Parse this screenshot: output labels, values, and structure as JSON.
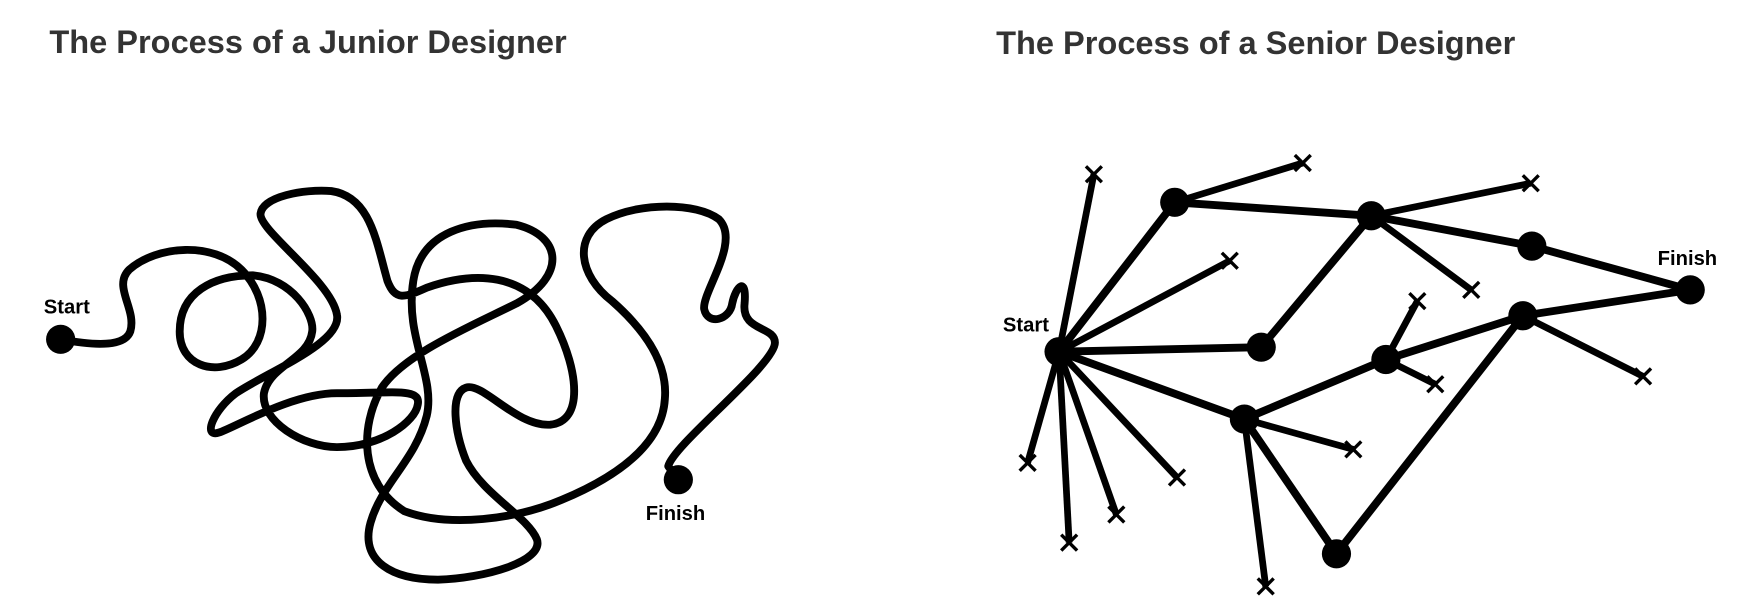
{
  "junior": {
    "title": "The Process of a Junior Designer",
    "start_label": "Start",
    "finish_label": "Finish"
  },
  "senior": {
    "title": "The Process of a Senior Designer",
    "start_label": "Start",
    "finish_label": "Finish"
  },
  "colors": {
    "ink": "#000000",
    "title": "#333333",
    "background": "#ffffff"
  }
}
